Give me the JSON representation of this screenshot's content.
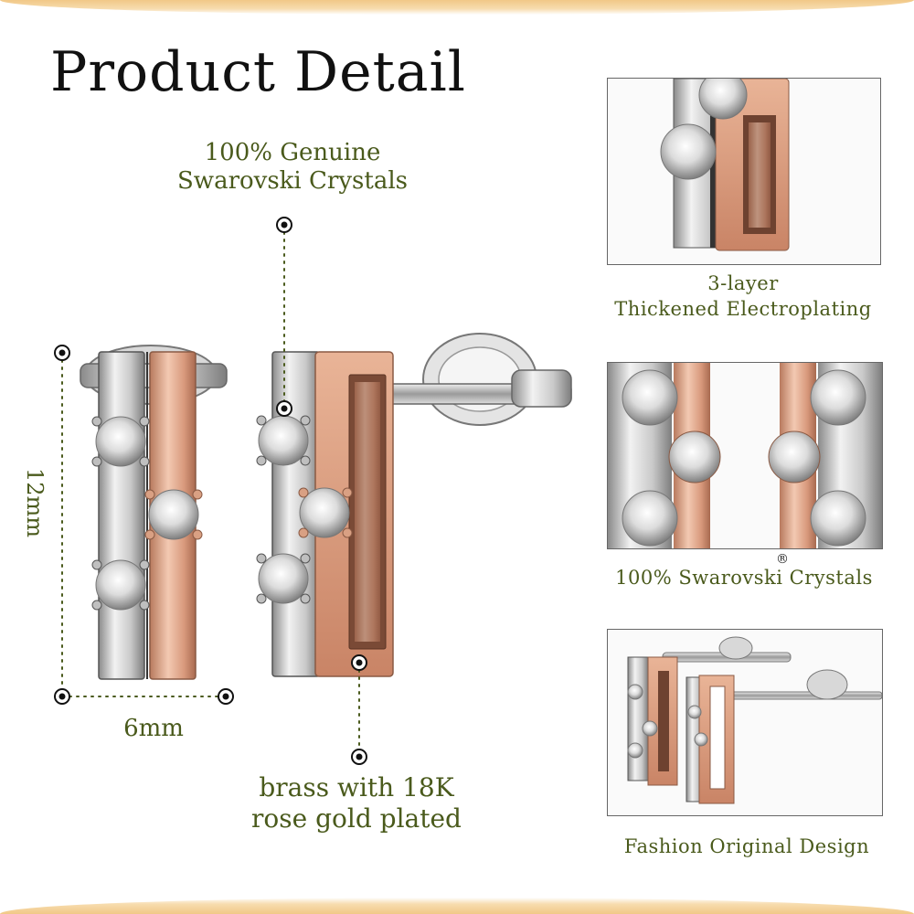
{
  "title": "Product Detail",
  "callouts": {
    "crystals": [
      "100% Genuine",
      "Swarovski Crystals"
    ],
    "height": "12mm",
    "width": "6mm",
    "material": [
      "brass with 18K",
      "rose gold plated"
    ]
  },
  "panels": [
    {
      "caption": [
        "3-layer",
        "Thickened Electroplating"
      ]
    },
    {
      "caption": [
        "100% Swarovski Crystals"
      ],
      "mark": "®"
    },
    {
      "caption": [
        "Fashion Original Design"
      ]
    }
  ],
  "colors": {
    "accent": "#4a5a1c",
    "band": "#f1c887",
    "rose_gold": "#d4977a",
    "silver": "#c8c8c8"
  }
}
